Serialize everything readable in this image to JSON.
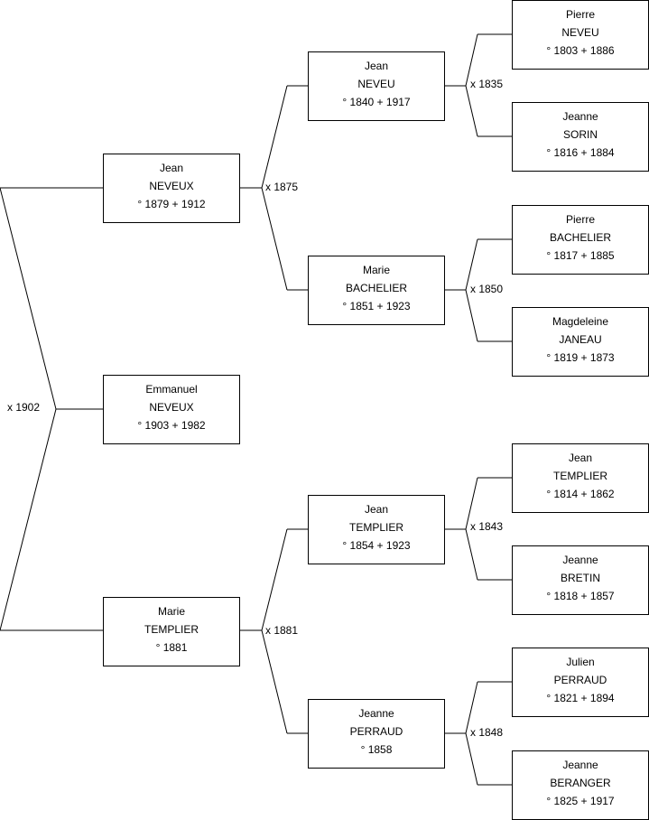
{
  "people": {
    "emmanuel": {
      "first": "Emmanuel",
      "last": "NEVEUX",
      "dates": "° 1903 + 1982"
    },
    "jean_neveux": {
      "first": "Jean",
      "last": "NEVEUX",
      "dates": "° 1879 + 1912"
    },
    "marie_templier": {
      "first": "Marie",
      "last": "TEMPLIER",
      "dates": "° 1881"
    },
    "jean_neveu": {
      "first": "Jean",
      "last": "NEVEU",
      "dates": "° 1840 + 1917"
    },
    "marie_bachelier": {
      "first": "Marie",
      "last": "BACHELIER",
      "dates": "° 1851 + 1923"
    },
    "jean_templier": {
      "first": "Jean",
      "last": "TEMPLIER",
      "dates": "° 1854 + 1923"
    },
    "jeanne_perraud": {
      "first": "Jeanne",
      "last": "PERRAUD",
      "dates": "° 1858"
    },
    "pierre_neveu": {
      "first": "Pierre",
      "last": "NEVEU",
      "dates": "° 1803 + 1886"
    },
    "jeanne_sorin": {
      "first": "Jeanne",
      "last": "SORIN",
      "dates": "° 1816 + 1884"
    },
    "pierre_bachelier": {
      "first": "Pierre",
      "last": "BACHELIER",
      "dates": "° 1817 + 1885"
    },
    "magdeleine_janeau": {
      "first": "Magdeleine",
      "last": "JANEAU",
      "dates": "° 1819 + 1873"
    },
    "jean_templier_sr": {
      "first": "Jean",
      "last": "TEMPLIER",
      "dates": "° 1814 + 1862"
    },
    "jeanne_bretin": {
      "first": "Jeanne",
      "last": "BRETIN",
      "dates": "° 1818 + 1857"
    },
    "julien_perraud": {
      "first": "Julien",
      "last": "PERRAUD",
      "dates": "° 1821 + 1894"
    },
    "jeanne_beranger": {
      "first": "Jeanne",
      "last": "BERANGER",
      "dates": "° 1825 + 1917"
    }
  },
  "marriages": {
    "m1902": "x 1902",
    "m1875": "x 1875",
    "m1881": "x 1881",
    "m1835": "x 1835",
    "m1850": "x 1850",
    "m1843": "x 1843",
    "m1848": "x 1848"
  }
}
